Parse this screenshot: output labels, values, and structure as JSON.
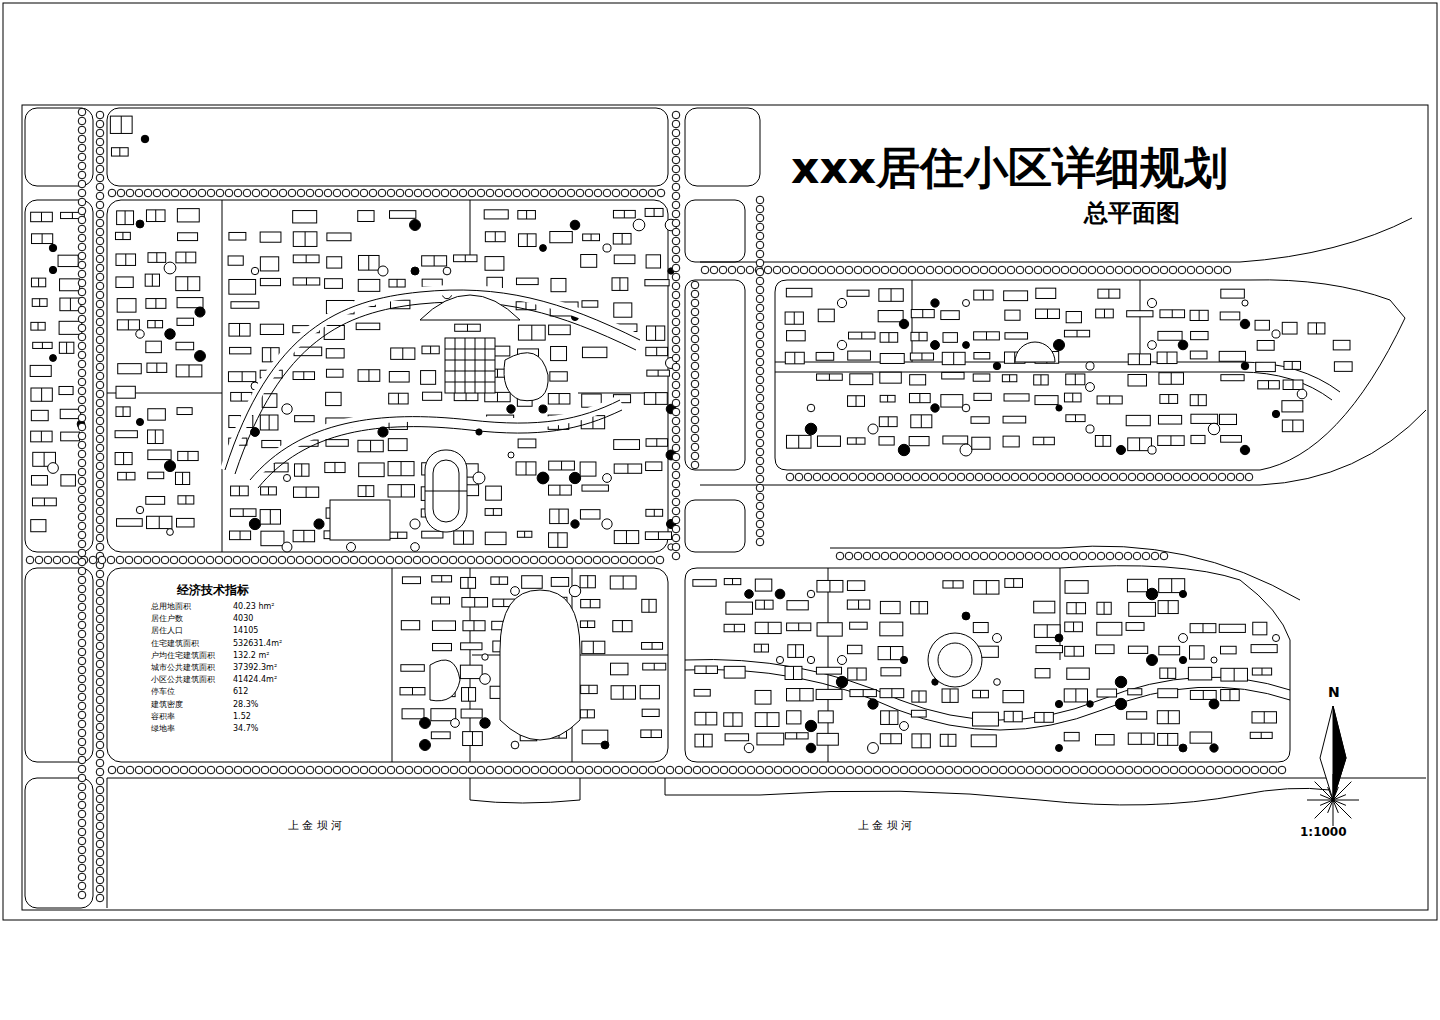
{
  "diagram": {
    "title": "xxx居住小区详细规划",
    "labels": [
      "总平面图",
      "经济技术指标",
      "总用地面积",
      "40.23 hm²",
      "居住户数",
      "4030",
      "居住人口",
      "14105",
      "住宅建筑面积",
      "532631.4m²",
      "户均住宅建筑面积",
      "132.2 m²",
      "城市公共建筑面积",
      "37392.3m²",
      "小区公共建筑面积",
      "41424.4m²",
      "停车位",
      "612",
      "建筑密度",
      "28.3%",
      "容积率",
      "1.52",
      "绿地率",
      "34.7%",
      "上 金 坝 河",
      "上 金 坝 河",
      "N",
      "1:1000"
    ]
  }
}
